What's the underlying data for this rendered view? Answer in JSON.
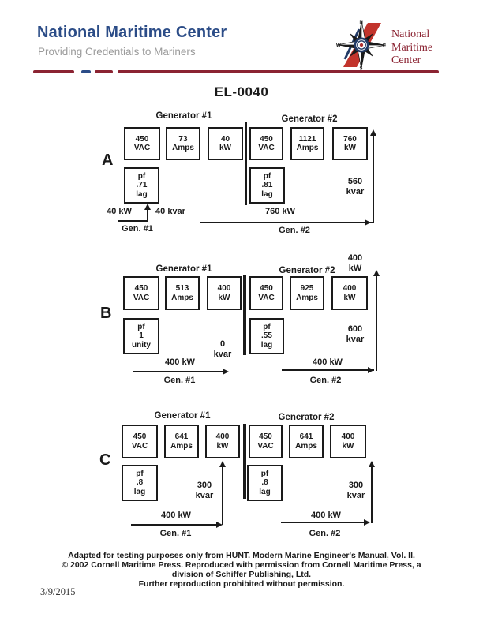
{
  "colors": {
    "maroon": "#8b2332",
    "header_blue": "#2b4c87",
    "subtitle_gray": "#9b9b9b",
    "ink": "#1a1a1a",
    "logo_red": "#c2342c",
    "logo_navy": "#223a66"
  },
  "icons": [
    "compass-rose-icon"
  ],
  "header": {
    "title": "National Maritime Center",
    "subtitle": "Providing Credentials to Mariners",
    "logo_text": "National\nMaritime\nCenter"
  },
  "doc": {
    "title": "EL-0040",
    "date": "3/9/2015"
  },
  "sections": {
    "a": {
      "label": "A",
      "gen1_title": "Generator #1",
      "gen2_title": "Generator #2",
      "boxes": [
        "450\nVAC",
        "73\nAmps",
        "40\nkW",
        "450\nVAC",
        "1121\nAmps",
        "760\nkW"
      ],
      "pf1": "pf\n.71\nlag",
      "pf2": "pf\n.81\nlag",
      "kvar_right": "560\nkvar",
      "small_kw": "40 kW",
      "small_kvar": "40 kvar",
      "kw2": "760 kW",
      "gen1_bottom": "Gen. #1",
      "gen2_bottom": "Gen. #2"
    },
    "b": {
      "label": "B",
      "gen1_title": "Generator #1",
      "gen2_title": "Generator #2",
      "kw_top": "400\nkW",
      "boxes": [
        "450\nVAC",
        "513\nAmps",
        "400\nkW",
        "450\nVAC",
        "925\nAmps",
        "400\nkW"
      ],
      "pf1": "pf\n1\nunity",
      "pf2": "pf\n.55\nlag",
      "kvar_mid": "0\nkvar",
      "kvar_right": "600\nkvar",
      "kw1": "400 kW",
      "kw2": "400 kW",
      "gen1_bottom": "Gen. #1",
      "gen2_bottom": "Gen. #2"
    },
    "c": {
      "label": "C",
      "gen1_title": "Generator #1",
      "gen2_title": "Generator #2",
      "boxes": [
        "450\nVAC",
        "641\nAmps",
        "400\nkW",
        "450\nVAC",
        "641\nAmps",
        "400\nkW"
      ],
      "pf1": "pf\n.8\nlag",
      "pf2": "pf\n.8\nlag",
      "kvar_left": "300\nkvar",
      "kvar_right": "300\nkvar",
      "kw1": "400 kW",
      "kw2": "400 kW",
      "gen1_bottom": "Gen. #1",
      "gen2_bottom": "Gen. #2"
    }
  },
  "footer": {
    "lines": [
      "Adapted for testing purposes only from HUNT. Modern Marine Engineer's Manual, Vol. II.",
      "© 2002 Cornell Maritime Press. Reproduced with permission from Cornell Maritime Press, a",
      "division of Schiffer Publishing, Ltd.",
      "Further reproduction prohibited without permission."
    ]
  }
}
